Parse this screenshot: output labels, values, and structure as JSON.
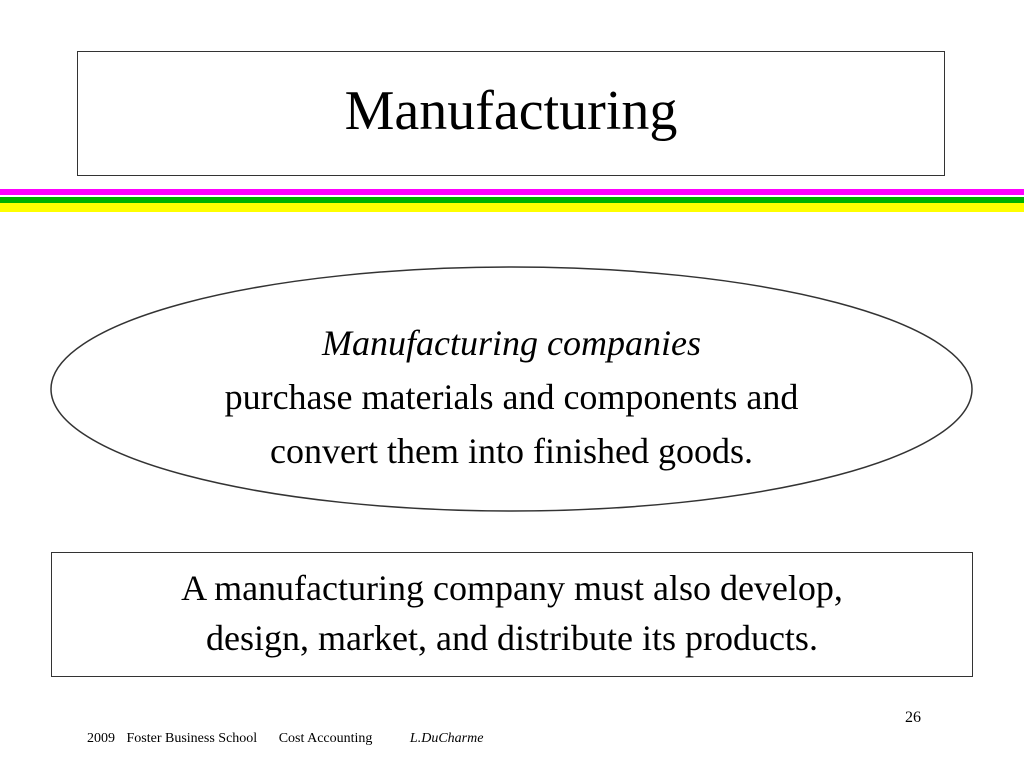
{
  "slide": {
    "title": "Manufacturing",
    "definition": {
      "heading": "Manufacturing companies",
      "lines": [
        "purchase materials and components and",
        "convert them into finished goods."
      ]
    },
    "note": {
      "lines": [
        "A manufacturing company must also develop,",
        "design, market, and distribute its products."
      ]
    },
    "page_number": "26"
  },
  "footer": {
    "year": "2009",
    "school": "Foster Business School",
    "course": "Cost Accounting",
    "author": "L.DuCharme"
  },
  "colors": {
    "stripe_magenta": "#ff00ff",
    "stripe_green": "#00b000",
    "stripe_yellow": "#ffff00",
    "border": "#333333",
    "text": "#000000",
    "background": "#ffffff"
  }
}
